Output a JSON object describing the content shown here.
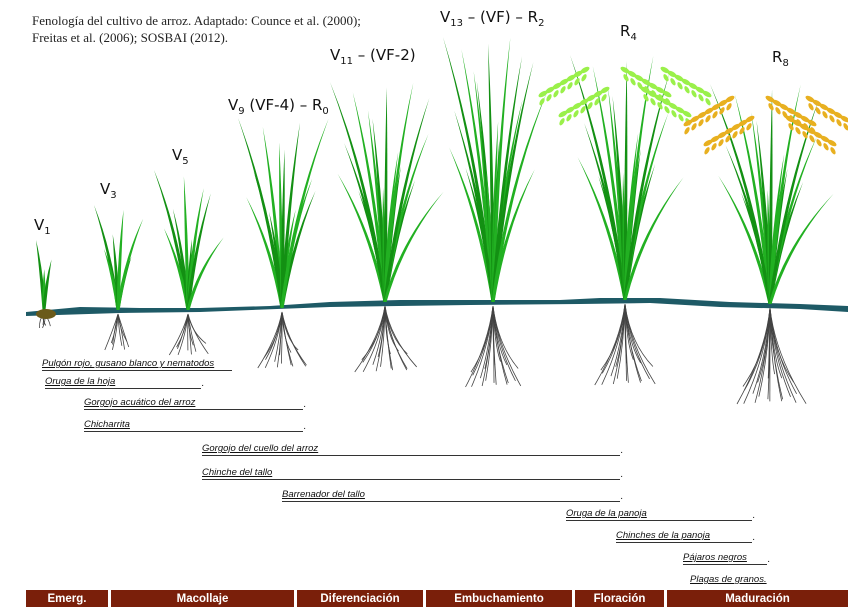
{
  "caption": {
    "line1": "Fenología del cultivo de arroz. Adaptado: Counce et al. (2000);",
    "line2": "Freitas et al. (2006); SOSBAI (2012)."
  },
  "stages": [
    {
      "main": "V",
      "sub": "1",
      "suffix": ""
    },
    {
      "main": "V",
      "sub": "3",
      "suffix": ""
    },
    {
      "main": "V",
      "sub": "5",
      "suffix": ""
    },
    {
      "main": "V",
      "sub": "9",
      "suffix": " (VF-4) – R",
      "sub2": "0"
    },
    {
      "main": "V",
      "sub": "11",
      "suffix": " – (VF-2)"
    },
    {
      "main": "V",
      "sub": "13",
      "suffix": " – (VF) – R",
      "sub2": "2"
    },
    {
      "main": "R",
      "sub": "4",
      "suffix": ""
    },
    {
      "main": "R",
      "sub": "8",
      "suffix": ""
    }
  ],
  "pests": [
    "Pulgón rojo, gusano blanco y nematodos",
    "Oruga de la hoja",
    "Gorgojo acuático del arroz",
    "Chicharrita",
    "Gorgojo del cuello del arroz",
    "Chinche del tallo",
    "Barrenador del tallo",
    "Oruga de la panoja",
    "Chinches de la panoja",
    "Pájaros negros",
    "Plagas de granos."
  ],
  "phases": [
    "Emerg.",
    "Macollaje",
    "Diferenciación",
    "Embuchamiento",
    "Floración",
    "Maduración"
  ],
  "colors": {
    "phase_bar": "#7a1f0a",
    "leaf_green": "#22b022",
    "panicle_flowering": "#9af04a",
    "panicle_mature": "#e8b020",
    "water": "#1e5a66"
  }
}
